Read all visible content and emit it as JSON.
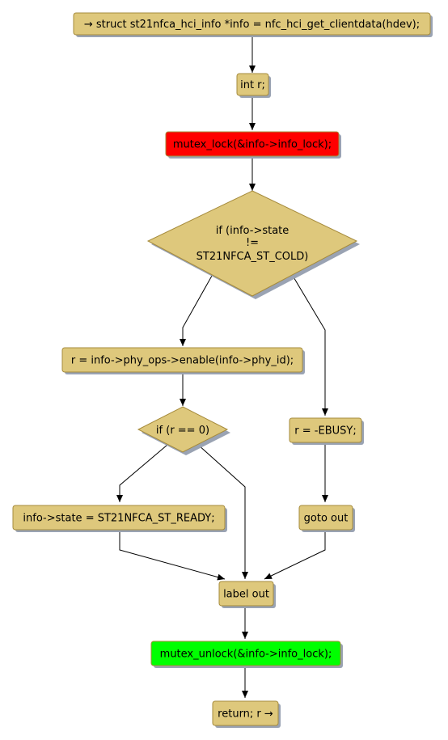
{
  "colors": {
    "node_fill": "#dec87c",
    "node_stroke": "#a68b3c",
    "shadow": "#9aa3b3",
    "edge": "#000000",
    "lock_fill": "#ff0000",
    "unlock_fill": "#00ff00"
  },
  "nodes": {
    "start": "→ struct st21nfca_hci_info *info = nfc_hci_get_clientdata(hdev);",
    "decl": "int r;",
    "lock": "mutex_lock(&info->info_lock);",
    "cond_state": [
      "if (info->state",
      "!=",
      "ST21NFCA_ST_COLD)"
    ],
    "enable": "r = info->phy_ops->enable(info->phy_id);",
    "cond_r": "if (r == 0)",
    "ebusy": "r = -EBUSY;",
    "set_ready": "info->state = ST21NFCA_ST_READY;",
    "goto_out": "goto out",
    "label_out": "label out",
    "unlock": "mutex_unlock(&info->info_lock);",
    "return": "return; r →"
  }
}
